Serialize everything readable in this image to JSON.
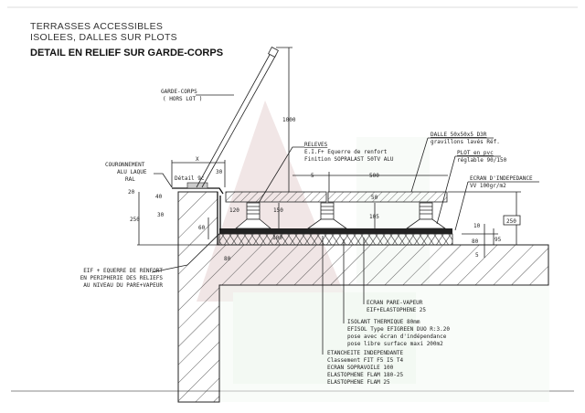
{
  "title": {
    "line1": "TERRASSES ACCESSIBLES",
    "line2": "ISOLEES, DALLES SUR PLOTS",
    "line3": "DETAIL EN RELIEF SUR GARDE-CORPS"
  },
  "labels": {
    "garde_corps": [
      "GARDE-CORPS",
      "( HORS LOT )"
    ],
    "couronnement": [
      "COURONNEMENT",
      "ALU LAQUE",
      "RAL"
    ],
    "releves": [
      "RELEVES",
      "E.I.F+ Equerre de renfort",
      "Finition SOPRALAST 50TV ALU"
    ],
    "dalle": [
      "DALLE 50x50x5  D3R",
      "gravillons lavés Réf."
    ],
    "plot": [
      "PLOT en pvc",
      "réglable 90/150"
    ],
    "ecran_independance": [
      "ECRAN D'INDEPEDANCE",
      "VV 100gr/m2"
    ],
    "eif_equerre": [
      "EIF + EQUERRE DE RENFORT",
      "EN PERIPHERIE DES RELIEFS",
      "AU NIVEAU DU PARE+VAPEUR"
    ],
    "pare_vapeur": [
      "ECRAN PARE-VAPEUR",
      "EIF+ELASTOPHENE 25"
    ],
    "isolant": [
      "ISOLANT THERMIQUE   80mm",
      "EFISOL Type EFIGREEN DUO R:3.20",
      "pose avec écran d'indépendance",
      "pose libre surface maxi 200m2"
    ],
    "etancheite": [
      "ETANCHEITE INDEPENDANTE",
      "Classement  FIT F5 I5 T4",
      "ECRAN SOPRAVOILE 100",
      "ELASTOPHENE FLAM 180-25",
      "ELASTOPHENE FLAM 25"
    ],
    "detail_tag": "Détail 9c"
  },
  "dimensions": {
    "d1000": "1000",
    "x": "X",
    "d30a": "30",
    "d20": "20",
    "d40": "40",
    "d250l": "250",
    "d30b": "30",
    "d60": "60",
    "d120": "120",
    "d150": "150",
    "d100": "100",
    "d80l": "80",
    "d5a": "5",
    "d500": "500",
    "d50": "50",
    "d105": "105",
    "d10": "10",
    "d80r": "80",
    "d95": "95",
    "d5b": "5",
    "d250r": "250"
  }
}
